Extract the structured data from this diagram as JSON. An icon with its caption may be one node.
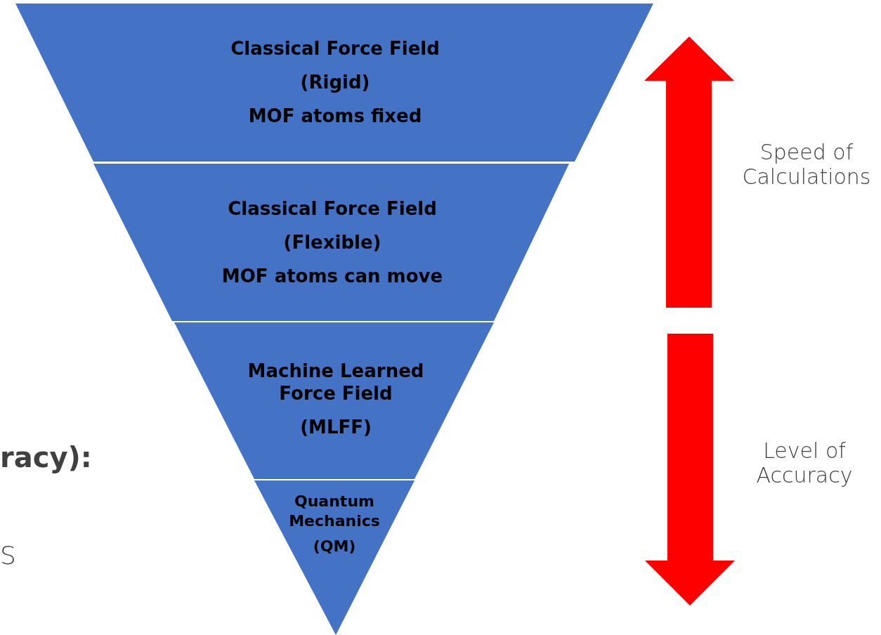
{
  "diagram": {
    "nodes": [
      {
        "text": [
          "Classical Force Field",
          "(Rigid)",
          "MOF atoms fixed"
        ]
      },
      {
        "text": [
          "Classical Force Field",
          "(Flexible)",
          "MOF atoms can move"
        ]
      },
      {
        "text": [
          "Machine Learned Force Field",
          "(MLFF)"
        ]
      },
      {
        "text": [
          "Quantum Mechanics",
          "(QM)"
        ]
      }
    ],
    "labels": [
      "Speed of Calculations",
      "racy):",
      "Level of Accuracy",
      "S"
    ]
  }
}
